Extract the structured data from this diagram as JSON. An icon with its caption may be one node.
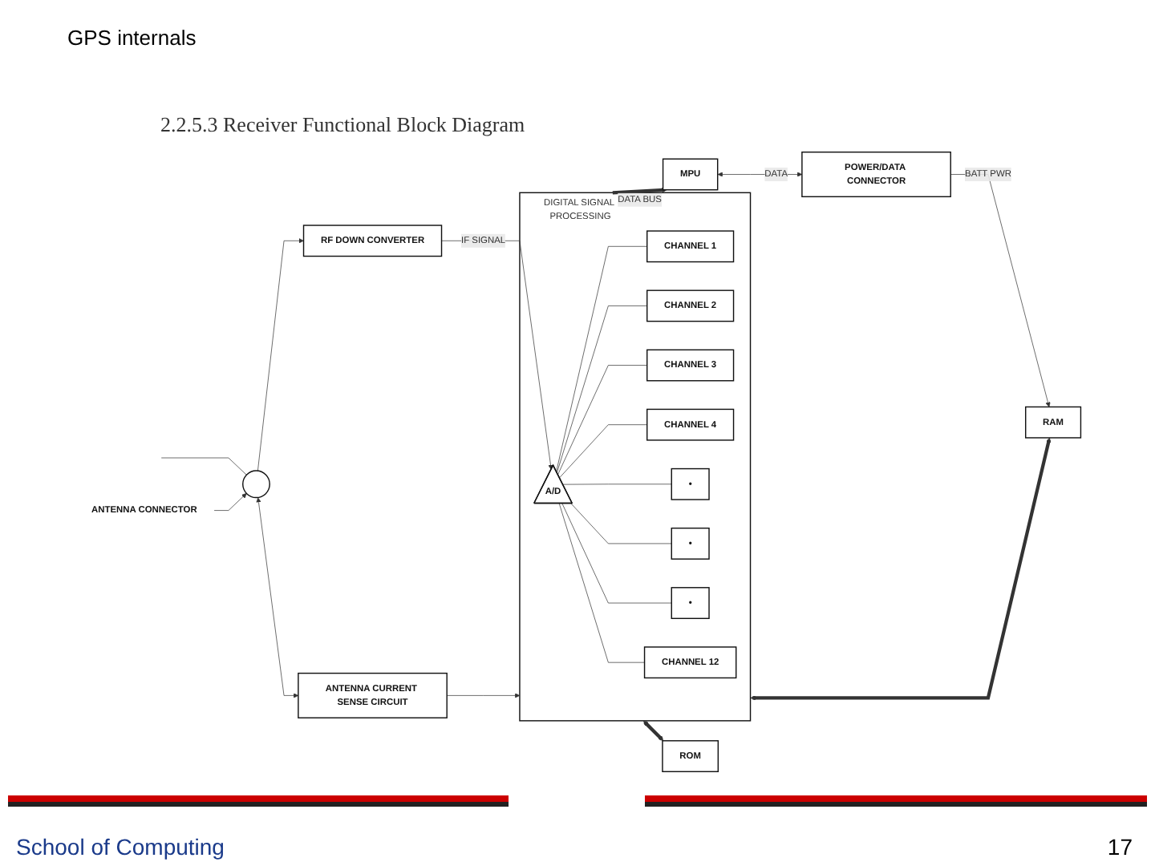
{
  "diagram": {
    "title": "GPS internals",
    "nodes": [
      {
        "text": [
          "ANTENNA CONNECTOR"
        ]
      },
      {
        "text": [],
        "shape": "circle"
      },
      {
        "text": [
          "RF DOWN CONVERTER"
        ]
      },
      {
        "text": [
          "ANTENNA CURRENT SENSE CIRCUIT"
        ]
      },
      {
        "text": [
          "DIGITAL SIGNAL PROCESSING"
        ]
      },
      {
        "text": [
          "A/D"
        ],
        "in": 4
      },
      {
        "text": [
          "CHANNEL 1"
        ],
        "in": 4
      },
      {
        "text": [
          "CHANNEL 2"
        ],
        "in": 4
      },
      {
        "text": [
          "CHANNEL 3"
        ],
        "in": 4
      },
      {
        "text": [
          "CHANNEL 4"
        ],
        "in": 4
      },
      {
        "text": [
          "•"
        ],
        "in": 4
      },
      {
        "text": [
          "•"
        ],
        "in": 4
      },
      {
        "text": [
          "•"
        ],
        "in": 4
      },
      {
        "text": [
          "CHANNEL 12"
        ],
        "in": 4
      },
      {
        "text": [
          "MPU"
        ]
      },
      {
        "text": [
          "POWER/DATA CONNECTOR"
        ]
      },
      {
        "text": [
          "RAM"
        ]
      },
      {
        "text": [
          "ROM"
        ]
      }
    ],
    "edges": [
      {
        "from": null,
        "to": 1,
        "arrow": "none"
      },
      {
        "from": 0,
        "to": 1,
        "arrow": "to"
      },
      {
        "from": 1,
        "to": 2,
        "arrow": "to"
      },
      {
        "from": 1,
        "to": 3,
        "arrow": "both"
      },
      {
        "from": 2,
        "to": 5,
        "label": "IF SIGNAL",
        "arrow": "to"
      },
      {
        "from": 3,
        "to": 4,
        "arrow": "to"
      },
      {
        "from": 5,
        "to": 6,
        "arrow": "none"
      },
      {
        "from": 5,
        "to": 7,
        "arrow": "none"
      },
      {
        "from": 5,
        "to": 8,
        "arrow": "none"
      },
      {
        "from": 5,
        "to": 9,
        "arrow": "none"
      },
      {
        "from": 5,
        "to": 10,
        "arrow": "none"
      },
      {
        "from": 5,
        "to": 11,
        "arrow": "none"
      },
      {
        "from": 5,
        "to": 12,
        "arrow": "none"
      },
      {
        "from": 5,
        "to": 13,
        "arrow": "none"
      },
      {
        "from": 4,
        "to": 14,
        "label": "DATA BUS",
        "arrow": "to",
        "style": "thick"
      },
      {
        "from": 14,
        "to": 15,
        "label": "DATA",
        "arrow": "both"
      },
      {
        "from": 4,
        "to": 16,
        "arrow": "both",
        "style": "thick"
      },
      {
        "from": 4,
        "to": 17,
        "arrow": "both",
        "style": "thick"
      },
      {
        "from": 15,
        "to": 16,
        "label": "BATT PWR",
        "arrow": "to"
      }
    ],
    "labels": [
      "2.2.5.3 Receiver Functional Block Diagram",
      "School of Computing",
      "17"
    ]
  }
}
